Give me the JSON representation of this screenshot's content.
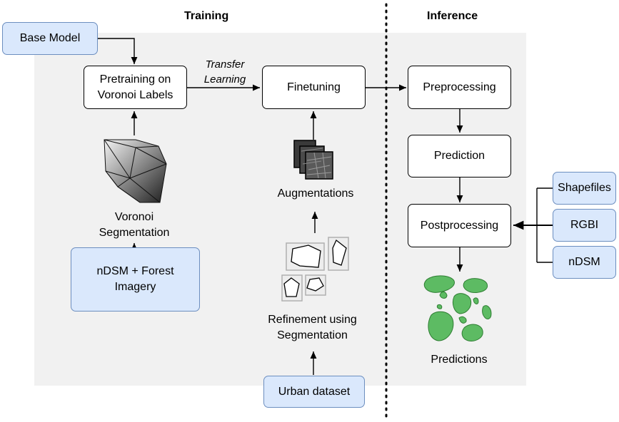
{
  "sections": {
    "training": "Training",
    "inference": "Inference"
  },
  "nodes": {
    "base_model": "Base Model",
    "pretraining": "Pretraining on\nVoronoi Labels",
    "transfer_learning": "Transfer\nLearning",
    "finetuning": "Finetuning",
    "voronoi_segmentation": "Voronoi\nSegmentation",
    "ndsm_forest": "nDSM + Forest\nImagery",
    "augmentations": "Augmentations",
    "refinement": "Refinement using\nSegmentation",
    "urban_dataset": "Urban dataset",
    "preprocessing": "Preprocessing",
    "prediction": "Prediction",
    "postprocessing": "Postprocessing",
    "predictions": "Predictions",
    "shapefiles": "Shapefiles",
    "rgbi": "RGBI",
    "ndsm": "nDSM"
  },
  "colors": {
    "input_fill": "#dae8fc",
    "input_border": "#6c8ebf",
    "panel": "#f1f1f1",
    "prediction_green": "#5dbb63",
    "prediction_stroke": "#2e7d32"
  }
}
